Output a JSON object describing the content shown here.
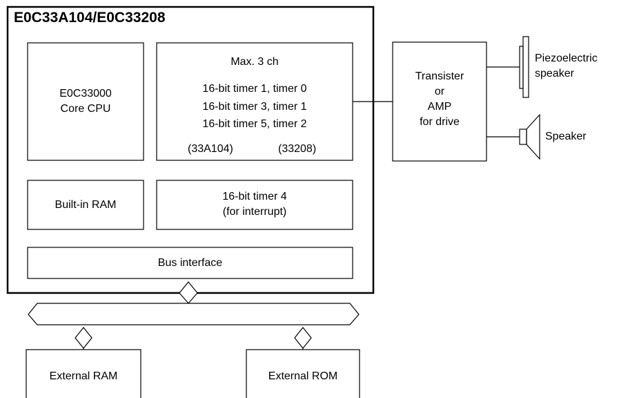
{
  "chip": {
    "title": "E0C33A104/E0C33208"
  },
  "core": {
    "line1": "E0C33000",
    "line2": "Core CPU"
  },
  "timers": {
    "heading": "Max. 3 ch",
    "rows": [
      "16-bit timer 1, timer 0",
      "16-bit timer 3, timer 1",
      "16-bit timer 5, timer 2"
    ],
    "col1": "(33A104)",
    "col2": "(33208)"
  },
  "ram": {
    "label": "Built-in RAM"
  },
  "timer4": {
    "line1": "16-bit timer 4",
    "line2": "(for interrupt)"
  },
  "bus": {
    "label": "Bus interface"
  },
  "amp": {
    "line1": "Transister",
    "line2": "or",
    "line3": "AMP",
    "line4": "for drive"
  },
  "piezo": {
    "line1": "Piezoelectric",
    "line2": "speaker"
  },
  "speaker": {
    "label": "Speaker"
  },
  "ext_ram": {
    "label": "External RAM"
  },
  "ext_rom": {
    "label": "External ROM"
  }
}
